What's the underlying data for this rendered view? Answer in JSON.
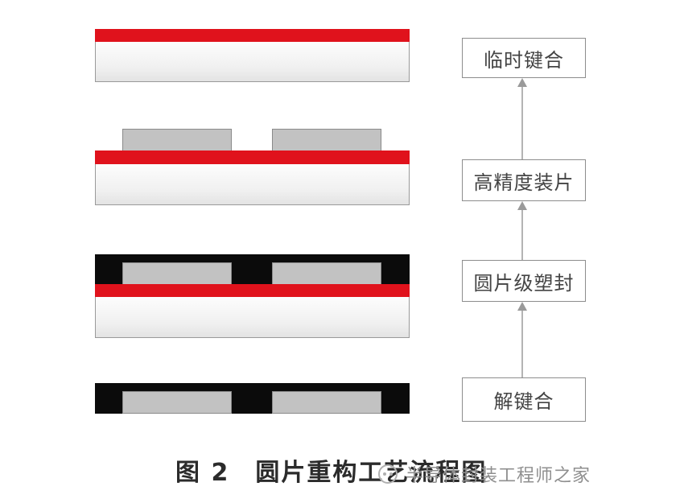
{
  "flow_steps": [
    "临时键合",
    "高精度装片",
    "圆片级塑封",
    "解键合"
  ],
  "caption": {
    "figure_no": "图 2",
    "title": "圆片重构工艺流程图"
  },
  "watermark": {
    "icon": "wechat-icon",
    "text": "半导体封装工程师之家"
  },
  "colors": {
    "tape": "#e0121c",
    "mold": "#0b0b0b",
    "chip": "#c2c2c2",
    "carrier": "#f4f4f4",
    "box_border": "#8d8d8d",
    "arrow": "#9a9a9a"
  }
}
